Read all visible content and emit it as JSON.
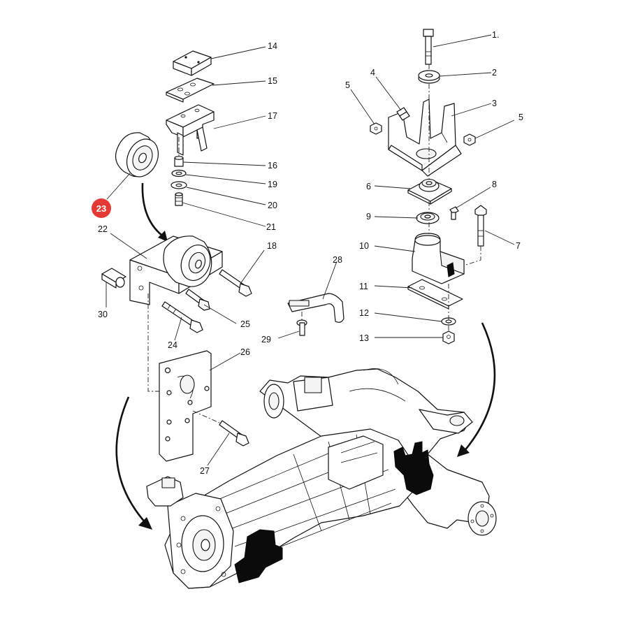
{
  "callouts": [
    {
      "id": "c1",
      "text": "1."
    },
    {
      "id": "c2",
      "text": "2"
    },
    {
      "id": "c3",
      "text": "3"
    },
    {
      "id": "c4",
      "text": "4"
    },
    {
      "id": "c5a",
      "text": "5"
    },
    {
      "id": "c5b",
      "text": "5"
    },
    {
      "id": "c6",
      "text": "6"
    },
    {
      "id": "c7",
      "text": "7"
    },
    {
      "id": "c8",
      "text": "8"
    },
    {
      "id": "c9",
      "text": "9"
    },
    {
      "id": "c10",
      "text": "10"
    },
    {
      "id": "c11",
      "text": "11"
    },
    {
      "id": "c12",
      "text": "12"
    },
    {
      "id": "c13",
      "text": "13"
    },
    {
      "id": "c14",
      "text": "14"
    },
    {
      "id": "c15",
      "text": "15"
    },
    {
      "id": "c16",
      "text": "16"
    },
    {
      "id": "c17",
      "text": "17"
    },
    {
      "id": "c18",
      "text": "18"
    },
    {
      "id": "c19",
      "text": "19"
    },
    {
      "id": "c20",
      "text": "20"
    },
    {
      "id": "c21",
      "text": "21"
    },
    {
      "id": "c22",
      "text": "22"
    },
    {
      "id": "c24",
      "text": "24"
    },
    {
      "id": "c25",
      "text": "25"
    },
    {
      "id": "c26",
      "text": "26"
    },
    {
      "id": "c27",
      "text": "27"
    },
    {
      "id": "c28",
      "text": "28"
    },
    {
      "id": "c29",
      "text": "29"
    },
    {
      "id": "c30",
      "text": "30"
    }
  ],
  "highlight": {
    "text": "23",
    "color": "#e53935"
  },
  "colors": {
    "line": "#111111",
    "background": "#ffffff"
  }
}
